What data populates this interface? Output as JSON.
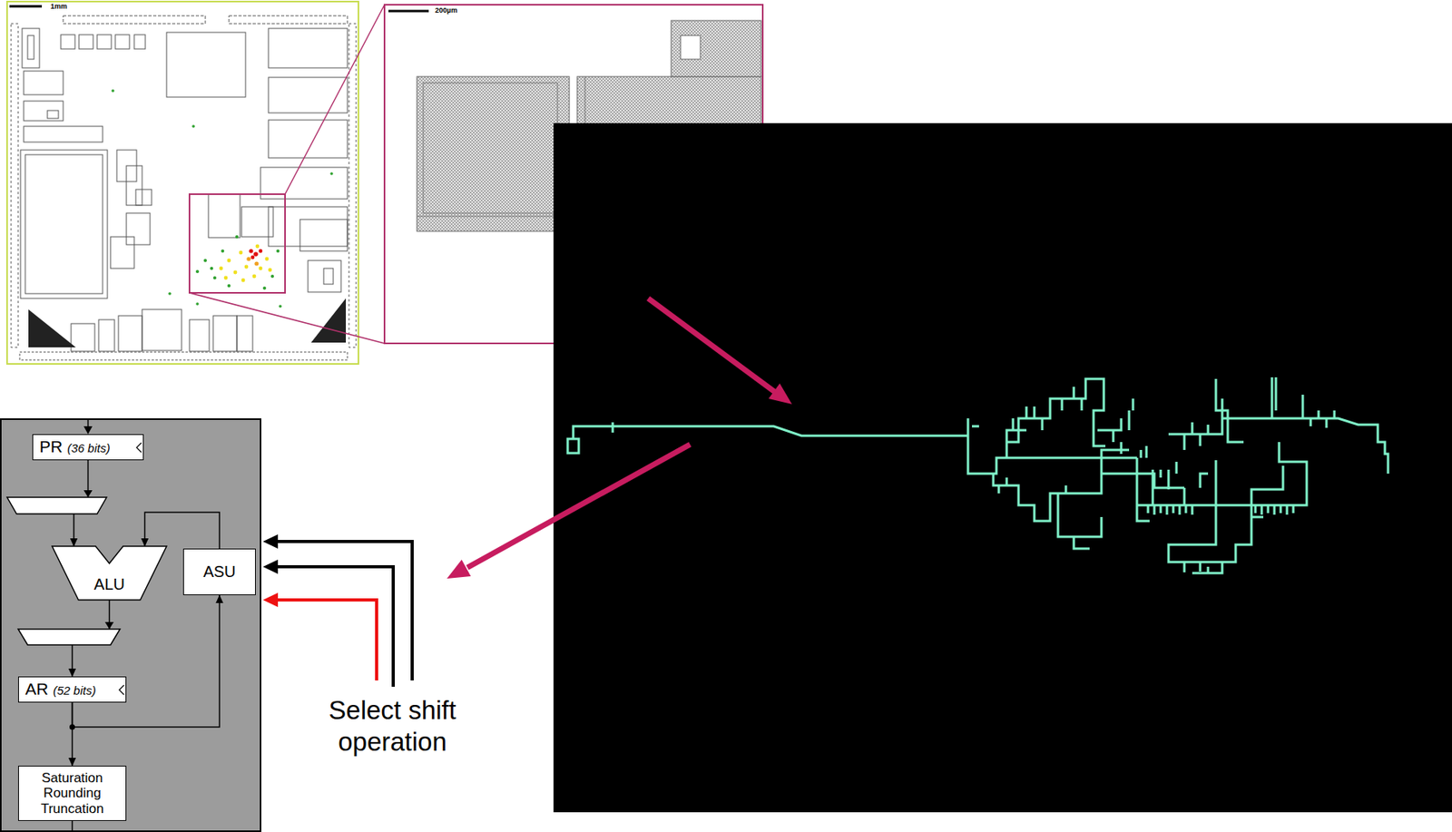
{
  "diagram": {
    "nodes": [
      {
        "text": [
          "PR",
          "(36 bits)"
        ]
      },
      {
        "text": [
          "ALU"
        ]
      },
      {
        "text": [
          "ASU"
        ]
      },
      {
        "text": [
          "AR",
          "(52 bits)"
        ]
      },
      {
        "text": [
          "Saturation Rounding Truncation"
        ]
      }
    ],
    "edges": [
      {
        "from": 0,
        "to": 1,
        "arrow": "to"
      },
      {
        "from": 1,
        "to": 3,
        "arrow": "to"
      },
      {
        "from": 3,
        "to": 4,
        "arrow": "to"
      },
      {
        "from": 3,
        "to": 2,
        "arrow": "to"
      },
      {
        "from": 2,
        "to": 1,
        "arrow": "to"
      }
    ],
    "labels": [
      "1mm",
      "200µm",
      "Select shift operation"
    ]
  }
}
